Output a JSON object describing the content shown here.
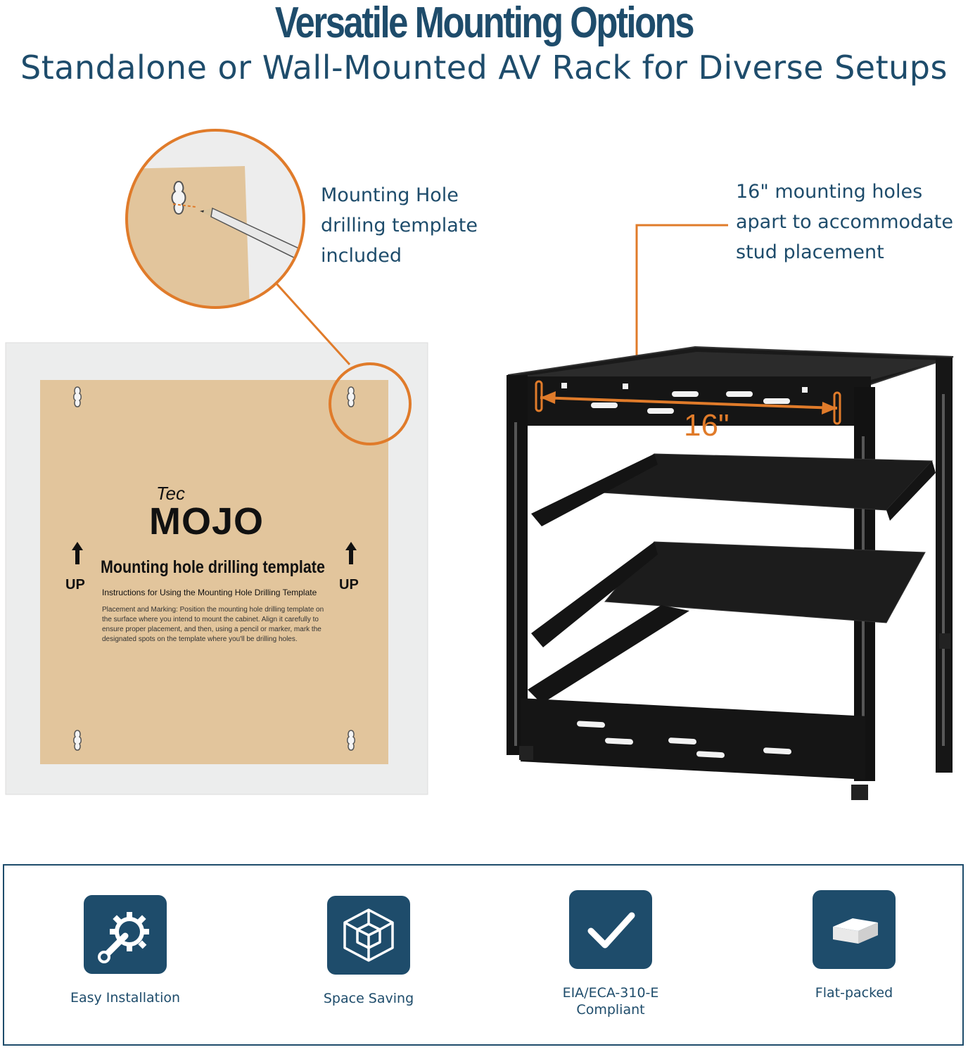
{
  "header": {
    "title": "Versatile Mounting Options",
    "subtitle": "Standalone or Wall-Mounted AV Rack for Diverse Setups"
  },
  "callouts": {
    "template": [
      "Mounting Hole",
      "drilling template",
      "included"
    ],
    "rack": [
      "16\" mounting holes",
      "apart to accommodate",
      "stud placement"
    ]
  },
  "template_card": {
    "brand_small": "Tec",
    "brand_large": "MOJO",
    "heading": "Mounting hole drilling template",
    "up_left": "UP",
    "up_right": "UP",
    "instructions_title": "Instructions for Using the Mounting Hole Drilling Template",
    "instructions_body": [
      "Placement and Marking: Position the mounting hole drilling template on",
      "the surface where you intend to mount the cabinet. Align it carefully to",
      "ensure proper placement, and then, using a pencil or marker, mark the",
      "designated spots on the template where you'll be drilling holes."
    ]
  },
  "rack": {
    "dimension_label": "16\""
  },
  "features": [
    {
      "icon": "gear-wrench-icon",
      "label": [
        "Easy Installation"
      ]
    },
    {
      "icon": "cube-icon",
      "label": [
        "Space Saving"
      ]
    },
    {
      "icon": "checkmark-icon",
      "label": [
        "EIA/ECA-310-E",
        "Compliant"
      ]
    },
    {
      "icon": "flat-box-icon",
      "label": [
        "Flat-packed"
      ]
    }
  ],
  "colors": {
    "brand_blue": "#1e4c6b",
    "accent_orange": "#e07b2a",
    "template_tan": "#e2c59c"
  }
}
